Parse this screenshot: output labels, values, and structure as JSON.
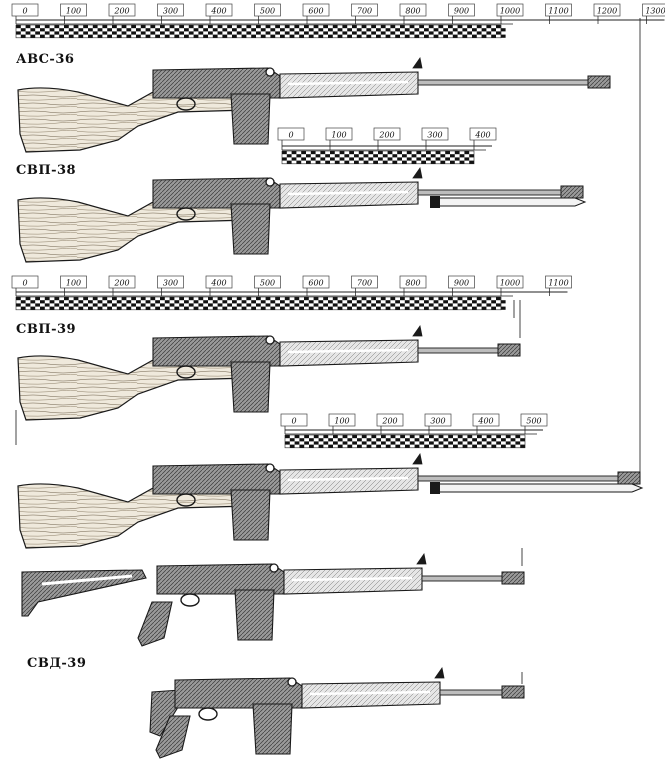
{
  "figure": {
    "background": "#ffffff",
    "ink": "#1a1a1a",
    "wood_color": "#efe9dc",
    "metal_color": "#8a8a8a"
  },
  "scales": [
    {
      "id": "s1",
      "ticks": [
        "0",
        "100",
        "200",
        "300",
        "400",
        "500",
        "600",
        "700",
        "800",
        "900",
        "1000",
        "1100",
        "1200",
        "1300"
      ],
      "checkered_until": "1000"
    },
    {
      "id": "s2",
      "ticks": [
        "0",
        "100",
        "200",
        "300",
        "400"
      ],
      "checkered_until": "400"
    },
    {
      "id": "s3",
      "ticks": [
        "0",
        "100",
        "200",
        "300",
        "400",
        "500",
        "600",
        "700",
        "800",
        "900",
        "1000",
        "1100"
      ],
      "checkered_until": "1000"
    },
    {
      "id": "s4",
      "ticks": [
        "0",
        "100",
        "200",
        "300",
        "400",
        "500"
      ],
      "checkered_until": "500"
    }
  ],
  "rifles": [
    {
      "id": "r1",
      "label": "АВС-36",
      "stock": "wooden",
      "bayonet": "none"
    },
    {
      "id": "r2",
      "label": "СВП-38",
      "stock": "wooden",
      "bayonet": "blade"
    },
    {
      "id": "r3",
      "label": "СВП-39",
      "stock": "wooden",
      "bayonet": "none"
    },
    {
      "id": "r4",
      "label": "",
      "stock": "wooden",
      "bayonet": "long-blade"
    },
    {
      "id": "r5",
      "label": "",
      "stock": "folding-extended",
      "bayonet": "none"
    },
    {
      "id": "r6",
      "label": "СВД-39",
      "stock": "folding-folded",
      "bayonet": "none"
    }
  ]
}
